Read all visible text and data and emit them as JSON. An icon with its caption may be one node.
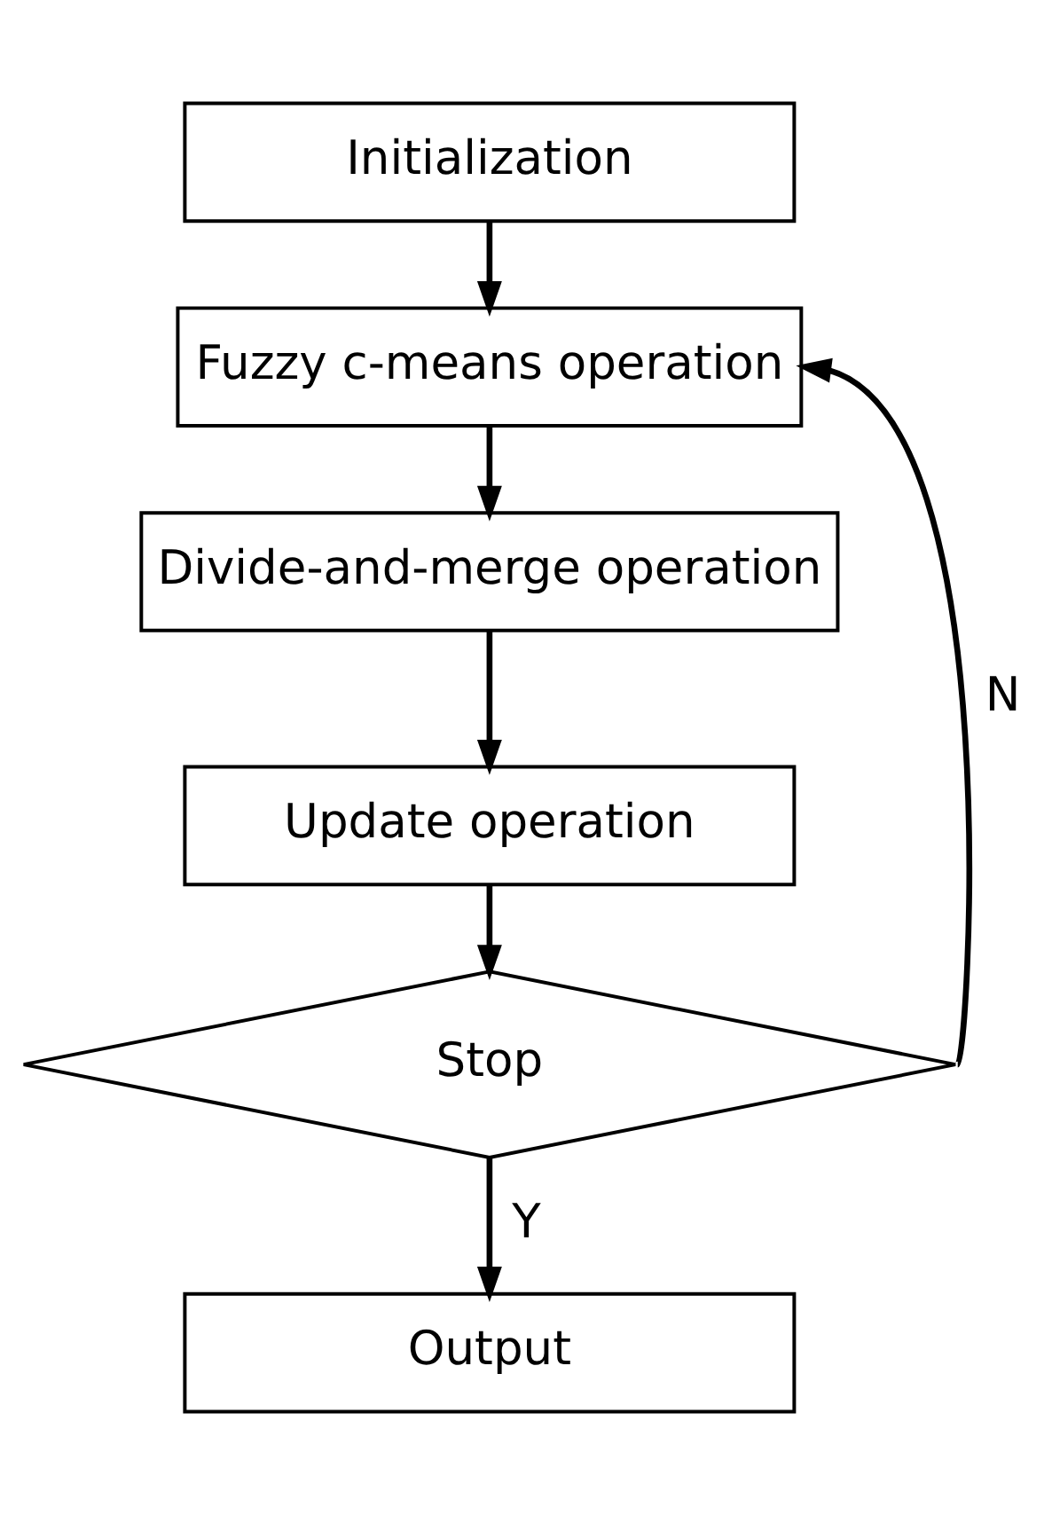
{
  "diagram": {
    "nodes": [
      {
        "text": [
          "Initialization"
        ]
      },
      {
        "text": [
          "Fuzzy c-means operation"
        ]
      },
      {
        "text": [
          "Divide-and-merge operation"
        ]
      },
      {
        "text": [
          "Update operation"
        ]
      },
      {
        "text": [
          "Stop"
        ]
      },
      {
        "text": [
          "Output"
        ]
      }
    ],
    "edges": [
      {
        "from": 0,
        "to": 1,
        "arrow": "to"
      },
      {
        "from": 1,
        "to": 2,
        "arrow": "to"
      },
      {
        "from": 2,
        "to": 3,
        "arrow": "to"
      },
      {
        "from": 3,
        "to": 4,
        "arrow": "to"
      },
      {
        "from": 4,
        "to": 5,
        "arrow": "to",
        "label": "Y"
      },
      {
        "from": 4,
        "to": 1,
        "arrow": "to",
        "label": "N"
      }
    ]
  }
}
